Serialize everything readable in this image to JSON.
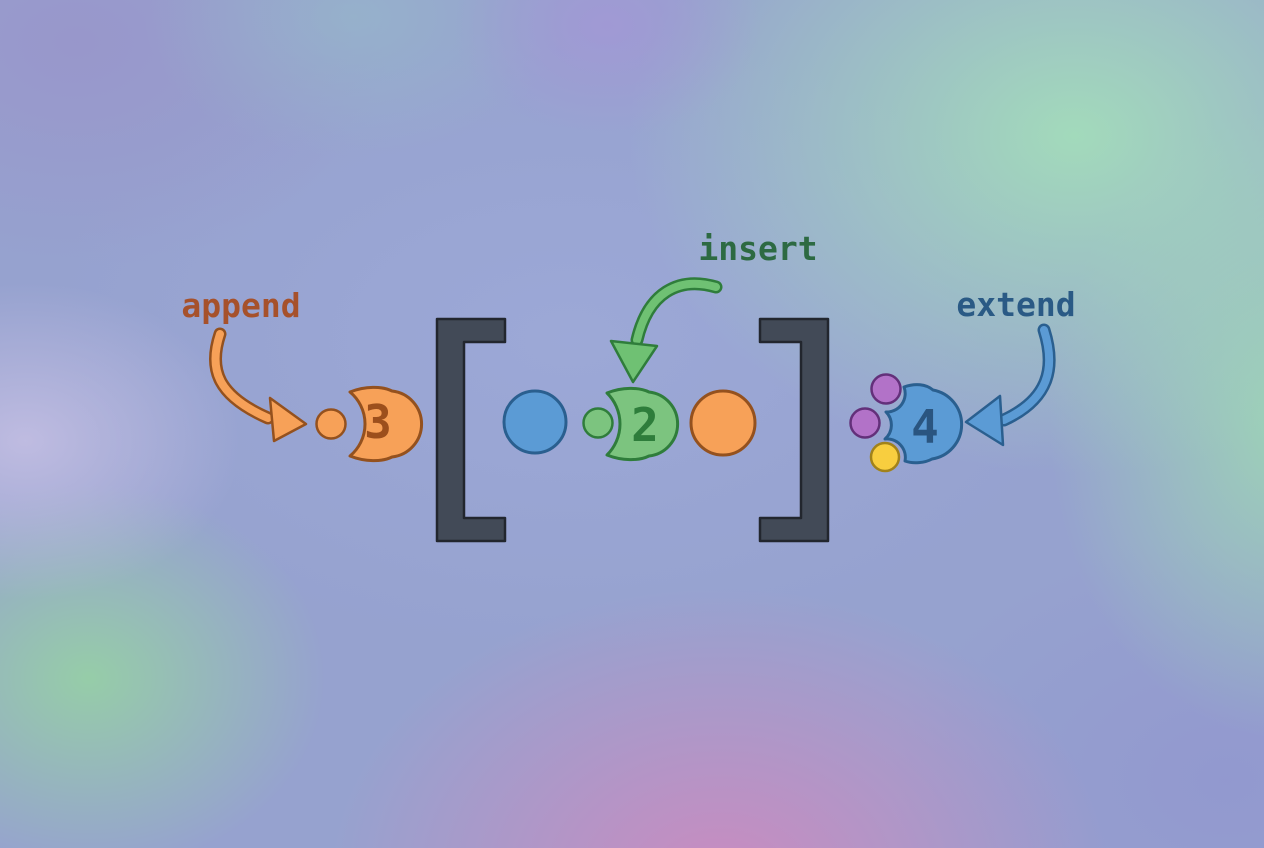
{
  "diagram": {
    "labels": {
      "append": "append",
      "insert": "insert",
      "extend": "extend"
    },
    "items": {
      "append_value": "3",
      "insert_value": "2",
      "extend_value": "4"
    },
    "brackets": {
      "open": "[",
      "close": "]"
    },
    "colors": {
      "append_label": "#a6512b",
      "insert_label": "#2d6a42",
      "extend_label": "#2a5a85",
      "orange_fill": "#f7a158",
      "orange_stroke": "#94511e",
      "orange_digit": "#9c4f1c",
      "green_fill": "#7cc47f",
      "green_arrow_fill": "#6fc173",
      "green_stroke": "#2f7d3b",
      "green_digit": "#2e7d3b",
      "blue_fill": "#5b9bd5",
      "blue_stroke": "#2a5f8f",
      "blue_digit": "#2a5580",
      "purple_fill": "#b272c8",
      "purple_stroke": "#63307a",
      "yellow_fill": "#f8ce3f",
      "yellow_stroke": "#a1821a",
      "bracket_fill": "#424a57",
      "bracket_stroke": "#22262e"
    }
  }
}
